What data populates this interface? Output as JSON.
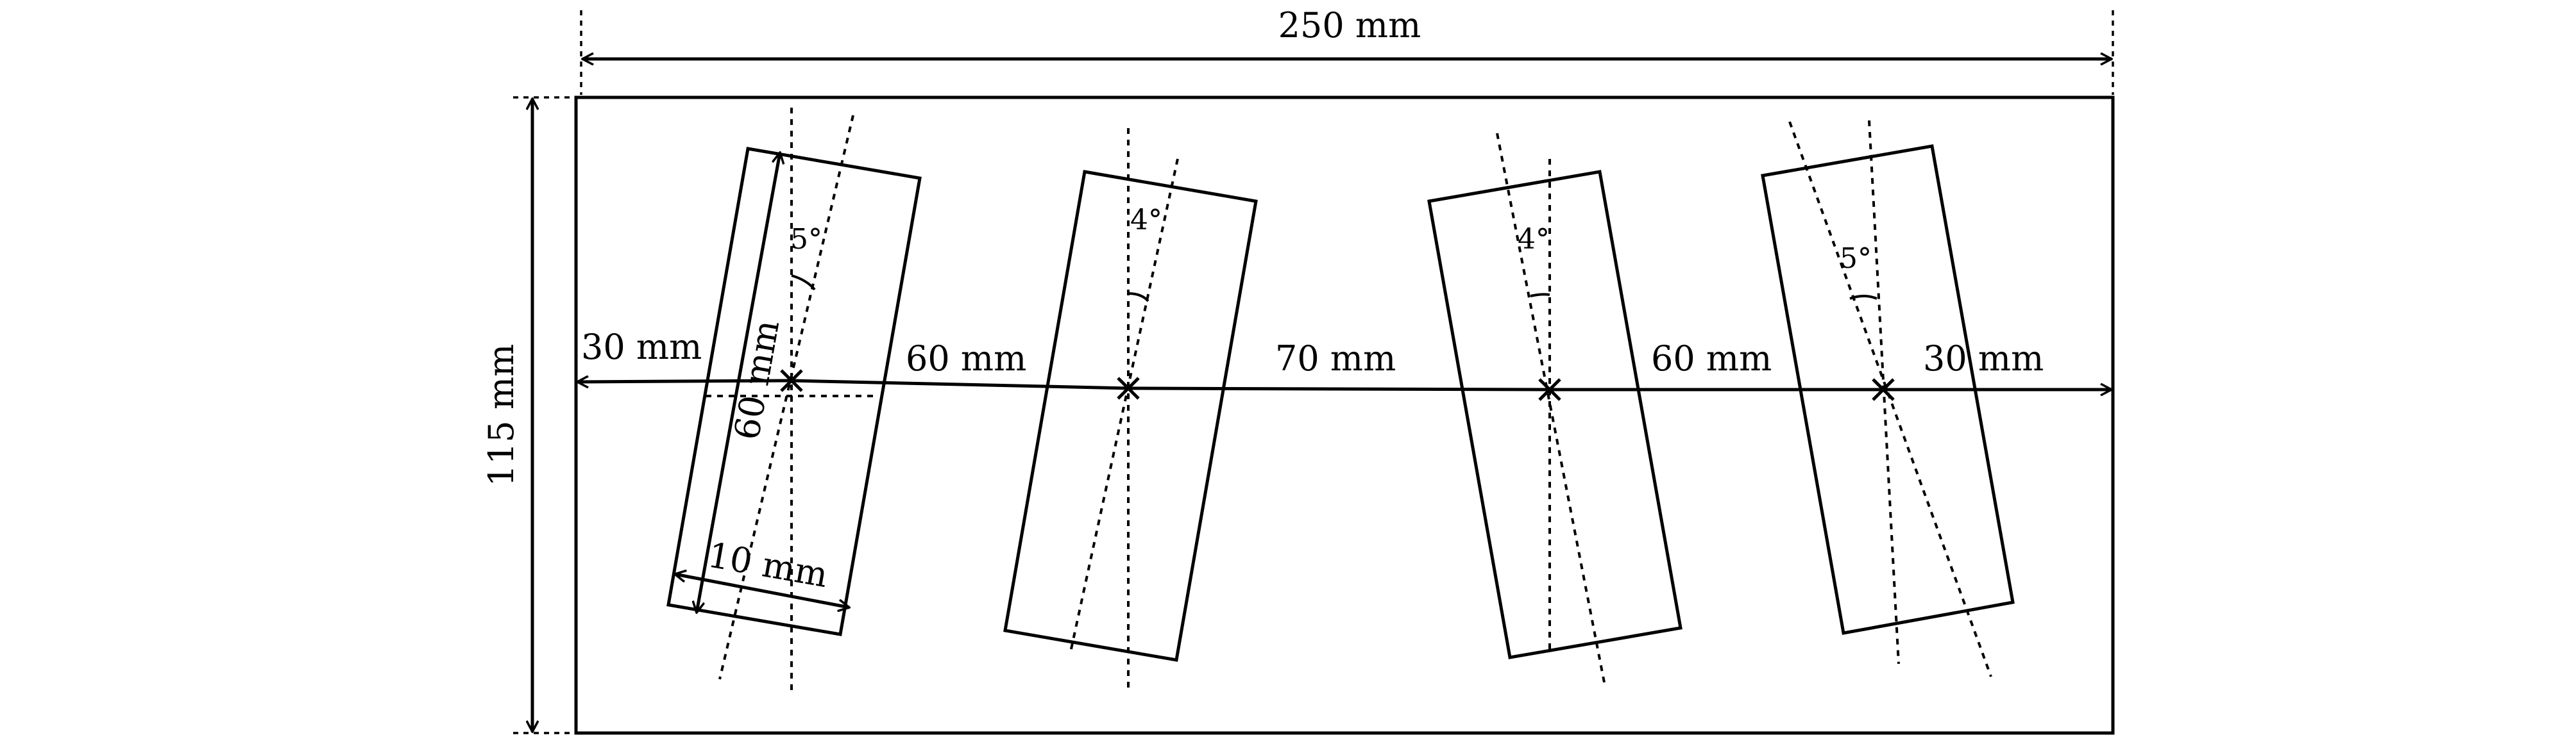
{
  "diagram": {
    "width_label": "250 mm",
    "height_label": "115 mm",
    "spacings": [
      "30 mm",
      "60 mm",
      "70 mm",
      "60 mm",
      "30 mm"
    ],
    "specimen_length_label": "60 mm",
    "specimen_width_label": "10 mm",
    "angles": [
      "5°",
      "4°",
      "4°",
      "5°"
    ]
  }
}
